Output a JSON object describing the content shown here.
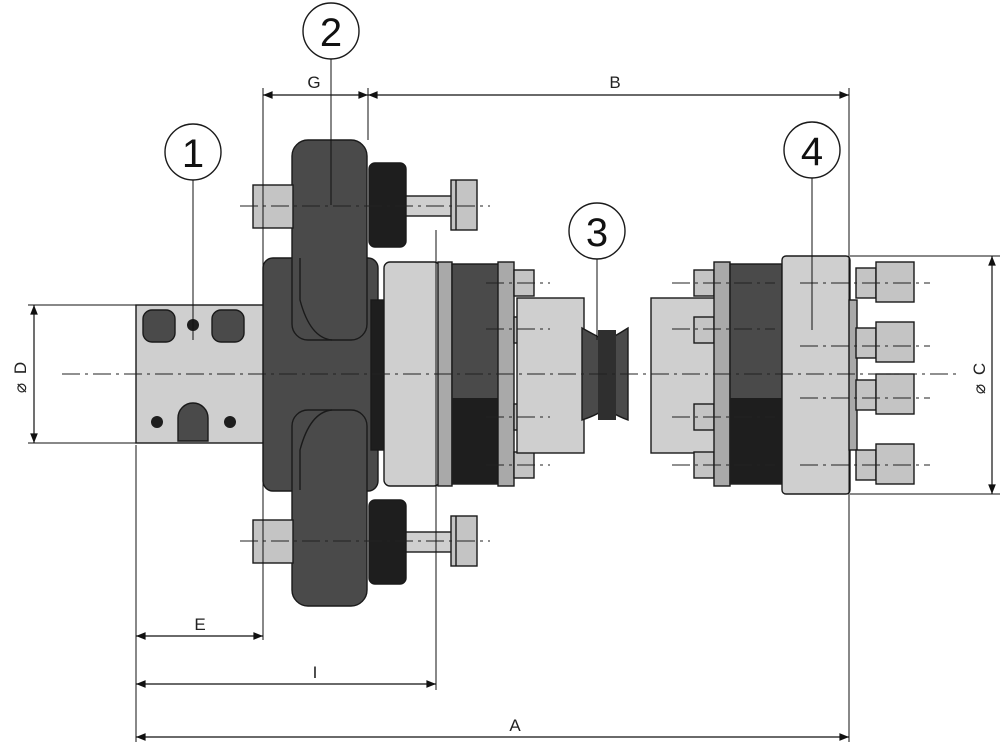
{
  "dimensions": {
    "A": "A",
    "B": "B",
    "C": "C",
    "D": "D",
    "E": "E",
    "G": "G",
    "I": "I"
  },
  "diameter_symbol": "⌀",
  "callouts": [
    "1",
    "2",
    "3",
    "4"
  ],
  "colors": {
    "dark_part": "#4a4a4a",
    "light_part": "#cfcfcf",
    "line": "#111111"
  }
}
